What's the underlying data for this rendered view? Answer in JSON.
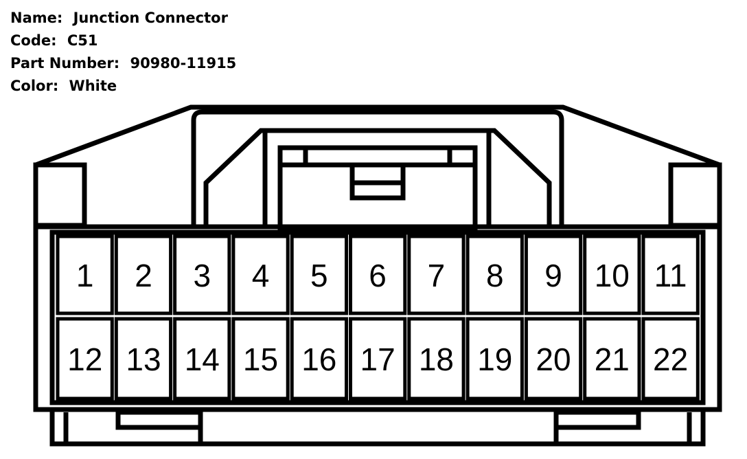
{
  "connector_info": [
    {
      "label": "Name:",
      "value": "Junction Connector"
    },
    {
      "label": "Code:",
      "value": "C51"
    },
    {
      "label": "Part Number:",
      "value": "90980-11915"
    },
    {
      "label": "Color:",
      "value": "White"
    }
  ],
  "pins": {
    "top_row": [
      "1",
      "2",
      "3",
      "4",
      "5",
      "6",
      "7",
      "8",
      "9",
      "10",
      "11"
    ],
    "bottom_row": [
      "12",
      "13",
      "14",
      "15",
      "16",
      "17",
      "18",
      "19",
      "20",
      "21",
      "22"
    ]
  },
  "colors": {
    "line": "#000000",
    "background": "#ffffff"
  }
}
